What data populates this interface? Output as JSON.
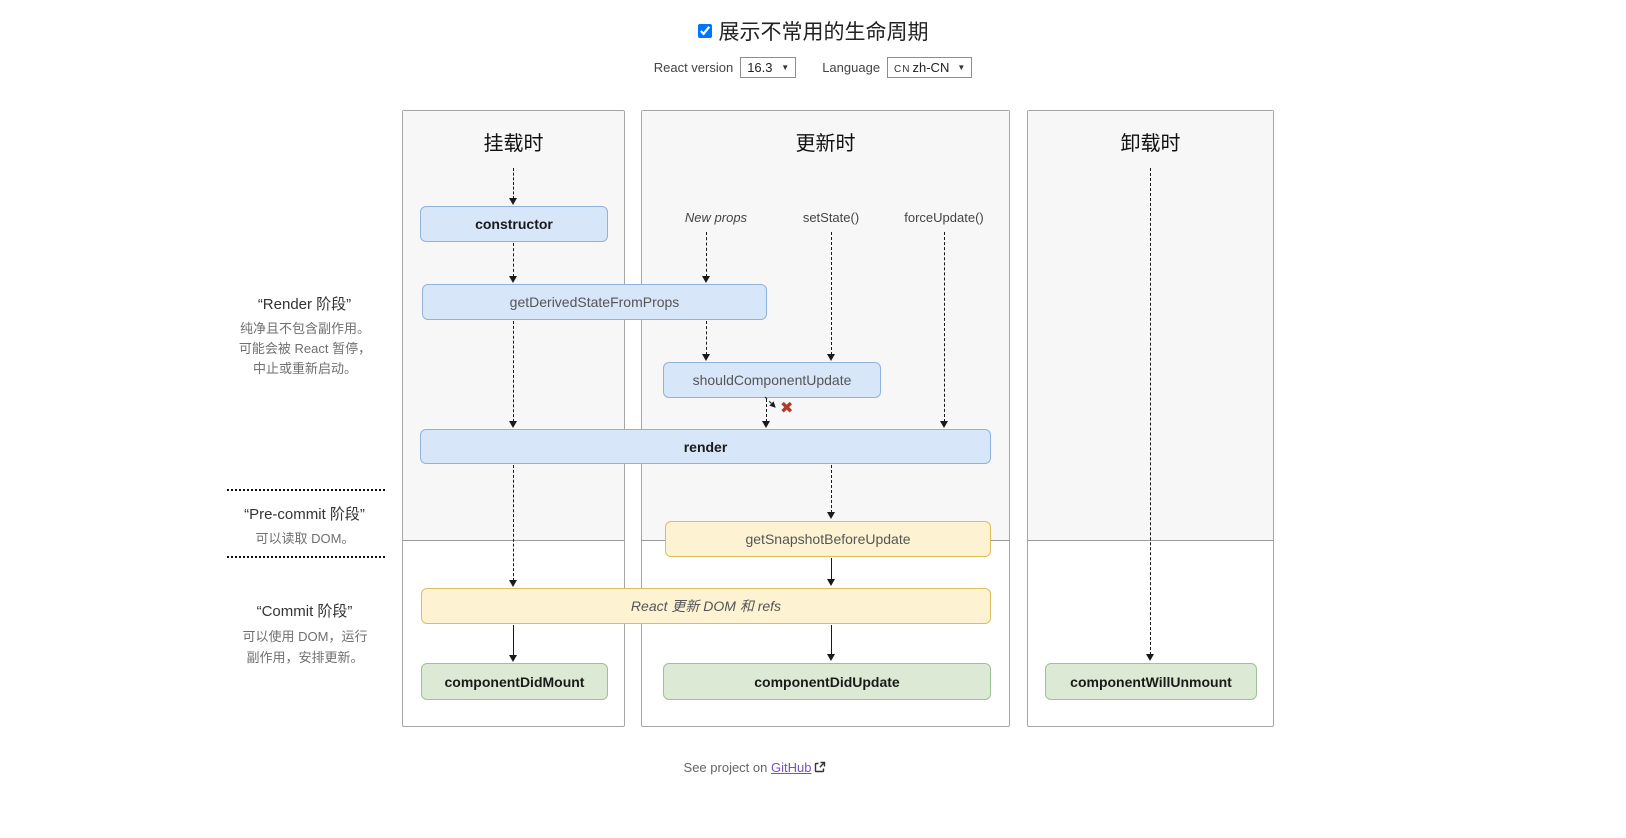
{
  "header": {
    "show_toggle": {
      "label": "展示不常用的生命周期"
    },
    "react_version": {
      "label": "React version",
      "value": "16.3"
    },
    "language": {
      "label": "Language",
      "flag": "CN",
      "value": "zh-CN"
    },
    "dropdown_arrow": "▼"
  },
  "phases": {
    "render": {
      "title": "“Render 阶段”",
      "line1": "纯净且不包含副作用。",
      "line2": "可能会被 React 暂停，",
      "line3": "中止或重新启动。"
    },
    "pre_commit": {
      "title": "“Pre-commit 阶段”",
      "line1": "可以读取 DOM。"
    },
    "commit": {
      "title": "“Commit 阶段”",
      "line1": "可以使用 DOM，运行",
      "line2": "副作用，安排更新。"
    }
  },
  "columns": {
    "mounting": {
      "title": "挂载时"
    },
    "updating": {
      "title": "更新时",
      "trigger_new_props": "New props",
      "trigger_set_state": "setState()",
      "trigger_force_update": "forceUpdate()"
    },
    "unmounting": {
      "title": "卸载时"
    }
  },
  "methods": {
    "constructor": "constructor",
    "get_derived_state_from_props": "getDerivedStateFromProps",
    "should_component_update": "shouldComponentUpdate",
    "render": "render",
    "get_snapshot_before_update": "getSnapshotBeforeUpdate",
    "react_updates_dom": "React 更新 DOM 和 refs",
    "component_did_mount": "componentDidMount",
    "component_did_update": "componentDidUpdate",
    "component_will_unmount": "componentWillUnmount"
  },
  "marks": {
    "skip_update": "✖"
  },
  "footer": {
    "prefix": "See project on",
    "link": "GitHub"
  },
  "colors": {
    "lifecycle_box": "#d8e6fa",
    "lifecycle_box_border": "#90b3de",
    "side_effect_box": "#fdf3d3",
    "side_effect_box_border": "#dcbd62",
    "commit_box": "#dcead5",
    "commit_box_border": "#a0c097",
    "render_phase_bg": "#f7f7f7",
    "skip_mark": "#b5382a",
    "link": "#7a52c2"
  }
}
